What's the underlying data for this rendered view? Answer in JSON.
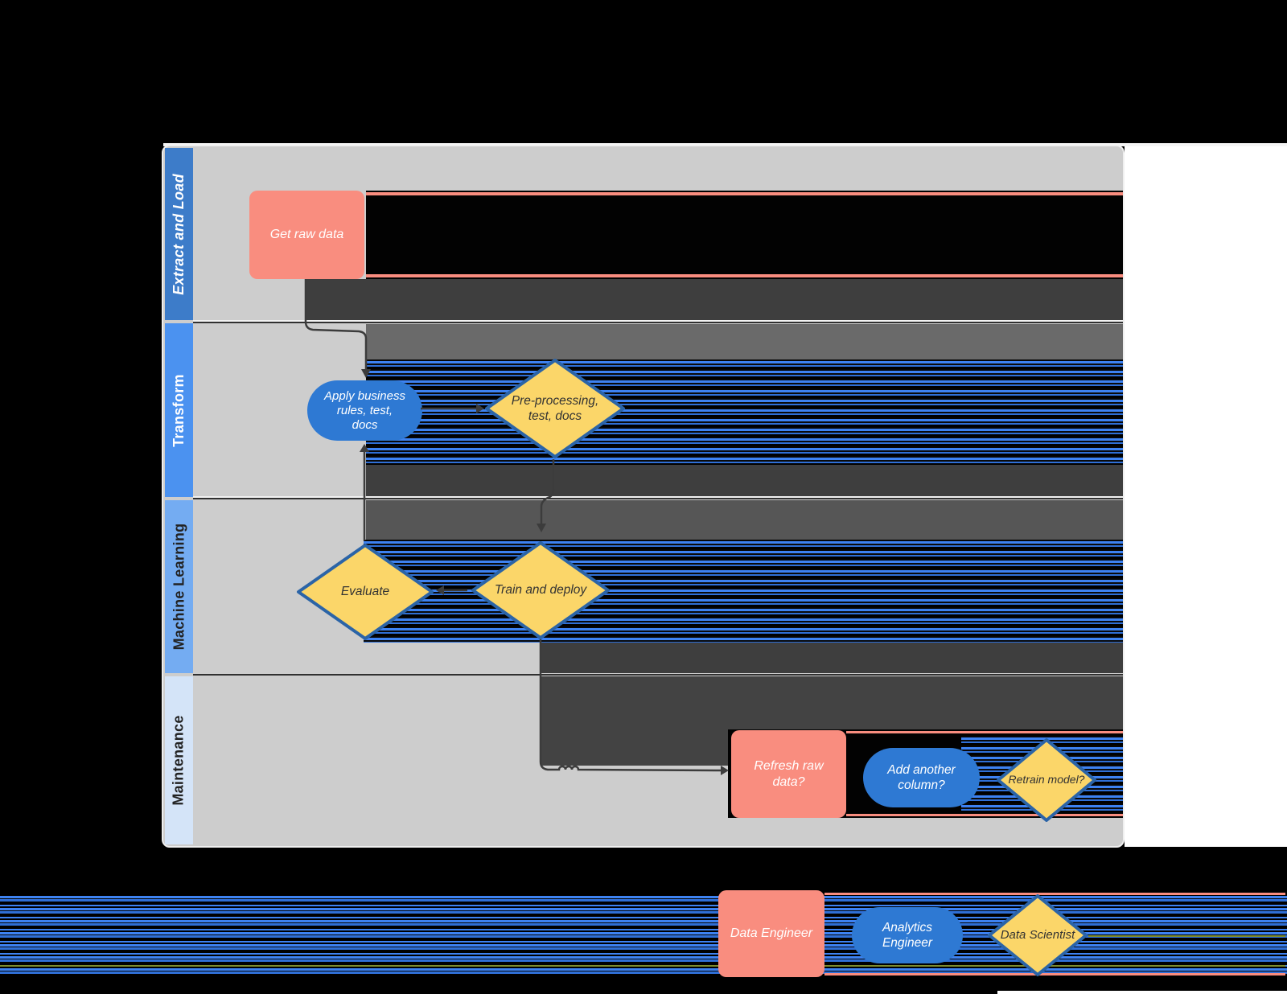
{
  "diagram": {
    "lanes": [
      {
        "label": "Extract and Load"
      },
      {
        "label": "Transform"
      },
      {
        "label": "Machine Learning"
      },
      {
        "label": "Maintenance"
      }
    ],
    "nodes": {
      "get_raw_data": {
        "label": "Get raw data"
      },
      "apply_business_rules": {
        "label": "Apply business\nrules, test,\ndocs"
      },
      "preprocessing": {
        "label": "Pre-processing,\ntest, docs"
      },
      "evaluate": {
        "label": "Evaluate"
      },
      "train_and_deploy": {
        "label": "Train and deploy"
      },
      "refresh_raw_data": {
        "label": "Refresh raw\ndata?"
      },
      "add_another_column": {
        "label": "Add another\ncolumn?"
      },
      "retrain_model": {
        "label": "Retrain model?"
      }
    },
    "legend": {
      "data_engineer": {
        "label": "Data Engineer"
      },
      "analytics_engineer": {
        "label": "Analytics\nEngineer"
      },
      "data_scientist": {
        "label": "Data Scientist"
      }
    },
    "colors": {
      "process_salmon": "#f98d7f",
      "pill_blue": "#2e79d3",
      "diamond_yellow": "#fbd669",
      "diamond_border": "#2b64a7",
      "lane1_header": "#3d7cc9",
      "lane2_header": "#4b92f0",
      "lane3_header": "#74acf2",
      "lane4_header": "#d4e4f8",
      "lane_body_gray": "#cdcdcd",
      "arrow_gray": "#3c3c3c",
      "stripe_blue": "#3d82f2"
    }
  }
}
